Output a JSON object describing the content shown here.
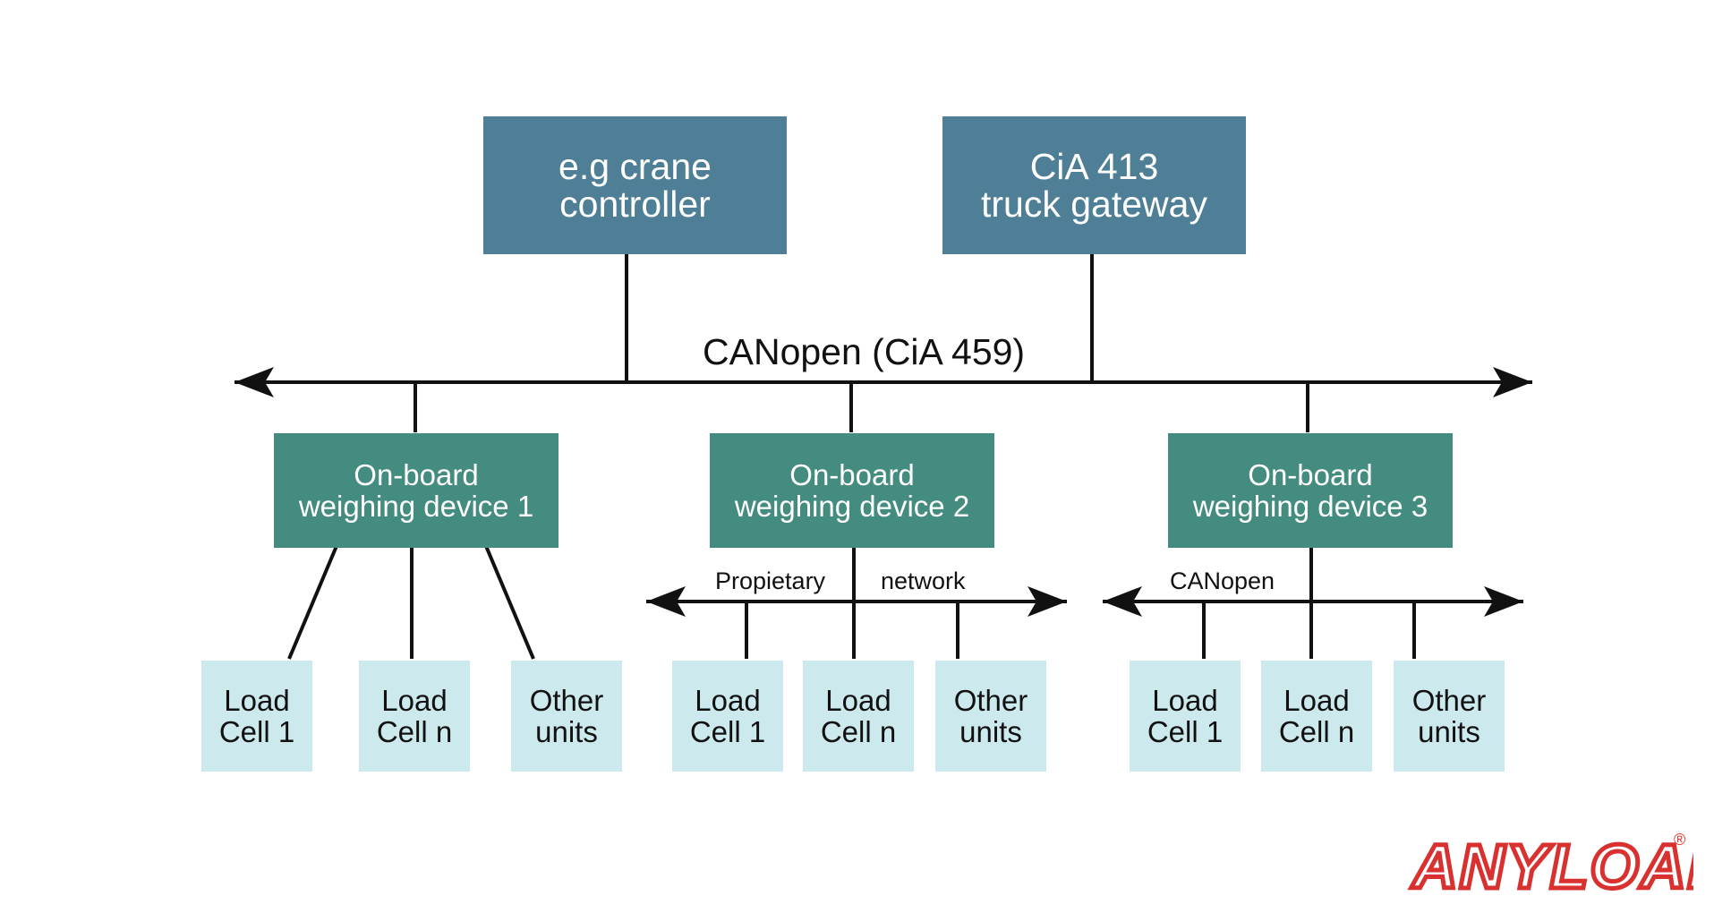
{
  "colors": {
    "top_box": "#4e7f97",
    "device_box": "#448c7f",
    "leaf_box": "#cce9ee",
    "line": "#111111",
    "logo": "#d8312f"
  },
  "top": {
    "controller": "e.g crane\ncontroller",
    "gateway": "CiA 413\ntruck gateway"
  },
  "bus": {
    "title": "CANopen (CiA 459)"
  },
  "devices": [
    {
      "label": "On-board\nweighing device 1",
      "network_labels": [],
      "units": [
        "Load\nCell 1",
        "Load\nCell n",
        "Other\nunits"
      ]
    },
    {
      "label": "On-board\nweighing device 2",
      "network_labels": [
        "Propietary",
        "network"
      ],
      "units": [
        "Load\nCell 1",
        "Load\nCell n",
        "Other\nunits"
      ]
    },
    {
      "label": "On-board\nweighing device 3",
      "network_labels": [
        "CANopen"
      ],
      "units": [
        "Load\nCell 1",
        "Load\nCell n",
        "Other\nunits"
      ]
    }
  ],
  "logo": {
    "text": "ANYLOAD",
    "mark": "®"
  }
}
